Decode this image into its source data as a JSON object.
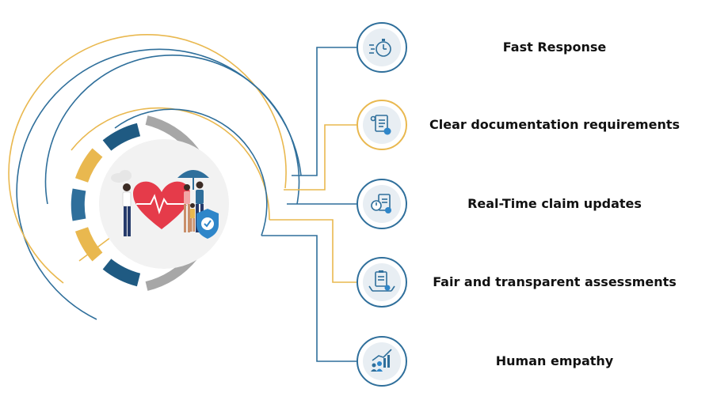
{
  "colors": {
    "blue": "#2f6f9b",
    "blue_dark": "#1f5a82",
    "gold": "#e9b84f",
    "gray_ring": "#a7a7a7",
    "heart": "#e53b4a",
    "text": "#111111"
  },
  "items": [
    {
      "label": "Fast Response",
      "icon": "stopwatch-icon",
      "color": "#2f6f9b"
    },
    {
      "label": "Clear documentation requirements",
      "icon": "document-checklist-icon",
      "color": "#e9b84f"
    },
    {
      "label": "Real-Time claim updates",
      "icon": "clock-document-icon",
      "color": "#2f6f9b"
    },
    {
      "label": "Fair and transparent assessments",
      "icon": "clipboard-scale-icon",
      "color": "#2f6f9b"
    },
    {
      "label": "Human empathy",
      "icon": "people-growth-chart-icon",
      "color": "#2f6f9b"
    }
  ],
  "hub": {
    "illustration": "family-health-insurance-illustration"
  }
}
